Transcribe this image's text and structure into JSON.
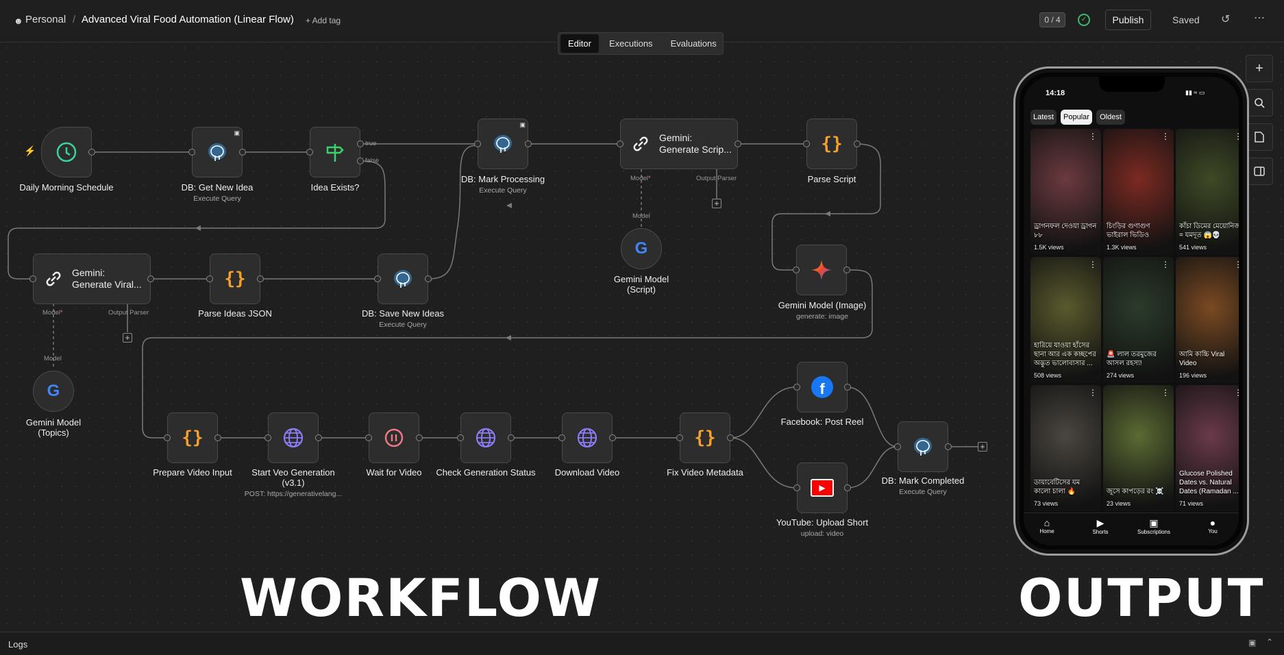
{
  "header": {
    "project": "Personal",
    "separator": "/",
    "workflow_title": "Advanced Viral Food Automation (Linear Flow)",
    "add_tag": "+ Add tag",
    "counter": "0 / 4",
    "publish": "Publish",
    "saved": "Saved"
  },
  "tabs": [
    "Editor",
    "Executions",
    "Evaluations"
  ],
  "nodes": {
    "schedule": {
      "label": "Daily Morning Schedule"
    },
    "get_idea": {
      "label": "DB: Get New Idea",
      "sub": "Execute Query"
    },
    "idea_exists": {
      "label": "Idea Exists?",
      "true": "true",
      "false": "false"
    },
    "mark_processing": {
      "label": "DB: Mark Processing",
      "sub": "Execute Query"
    },
    "gen_script": {
      "title": "Gemini:",
      "title2": "Generate Scrip...",
      "model": "Model",
      "parser": "Output Parser"
    },
    "parse_script": {
      "label": "Parse Script"
    },
    "gemini_script": {
      "label": "Gemini Model",
      "label2": "(Script)",
      "port": "Model"
    },
    "gemini_image": {
      "label": "Gemini Model (Image)",
      "sub": "generate: image"
    },
    "gen_viral": {
      "title": "Gemini:",
      "title2": "Generate Viral...",
      "model": "Model",
      "parser": "Output Parser"
    },
    "parse_ideas": {
      "label": "Parse Ideas JSON"
    },
    "save_ideas": {
      "label": "DB: Save New Ideas",
      "sub": "Execute Query"
    },
    "gemini_topics": {
      "label": "Gemini Model",
      "label2": "(Topics)",
      "port": "Model"
    },
    "prepare_video": {
      "label": "Prepare Video Input"
    },
    "start_veo": {
      "label": "Start Veo Generation",
      "label2": "(v3.1)",
      "sub": "POST: https://generativelang..."
    },
    "wait_video": {
      "label": "Wait for Video"
    },
    "check_status": {
      "label": "Check Generation Status"
    },
    "download_video": {
      "label": "Download Video"
    },
    "fix_metadata": {
      "label": "Fix Video Metadata"
    },
    "facebook": {
      "label": "Facebook: Post Reel"
    },
    "youtube": {
      "label": "YouTube: Upload Short",
      "sub": "upload: video"
    },
    "mark_completed": {
      "label": "DB: Mark Completed",
      "sub": "Execute Query"
    }
  },
  "overlay": {
    "workflow": "WORKFLOW",
    "output": "OUTPUT"
  },
  "phone": {
    "time": "14:18",
    "chips": [
      "Latest",
      "Popular",
      "Oldest"
    ],
    "cards": [
      {
        "title": "ড্রাগনফল দেওয়া ড্রাগন ৮৮",
        "views": "1.5K views",
        "color": "#6b3a3f"
      },
      {
        "title": "চিংড়ির গুণাগুণ ভাইরাল ভিডিও",
        "views": "1.3K views",
        "color": "#7c2a22"
      },
      {
        "title": "কাঁচা ডিমের মেয়োনিজ = যমদূত 😱💀",
        "views": "541 views",
        "color": "#3f4a26"
      },
      {
        "title": "হারিয়ে যাওয়া হাঁসের ছানা আর এক কচ্ছপের অদ্ভুত ভালোবাসার ...",
        "views": "508 views",
        "color": "#5a5a2e"
      },
      {
        "title": "🚨 লাল তরমুজের আসল রহস্য!",
        "views": "274 views",
        "color": "#2b3b2a"
      },
      {
        "title": "আমি কাচ্চি Viral Video",
        "views": "196 views",
        "color": "#7a4a22"
      },
      {
        "title": "ডায়াবেটিসের যম কালো চালা 🔥",
        "views": "73 views",
        "color": "#4a4640"
      },
      {
        "title": "জুসে কাপড়ের রং ☠️",
        "views": "23 views",
        "color": "#5b6a33"
      },
      {
        "title": "Glucose Polished Dates vs. Natural Dates (Ramadan ...",
        "views": "71 views",
        "color": "#6a3a4a"
      }
    ],
    "nav": [
      "Home",
      "Shorts",
      "Subscriptions",
      "You"
    ]
  },
  "footer": {
    "logs": "Logs"
  }
}
